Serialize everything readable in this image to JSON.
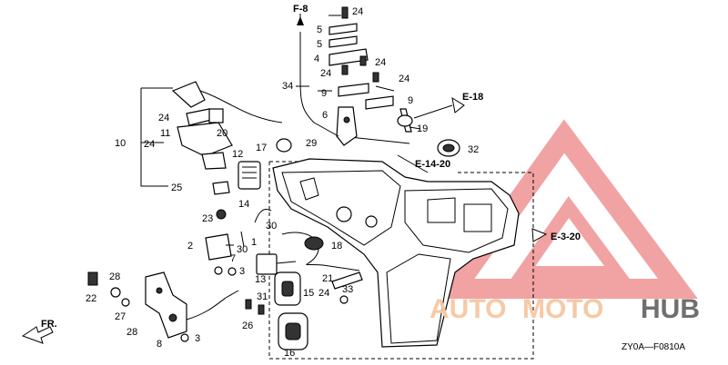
{
  "diagram": {
    "code": "ZY0A—F0810A",
    "direction_label": "FR.",
    "references": {
      "f8": "F-8",
      "e18": "E-18",
      "e1420": "E-14-20",
      "e320": "E-3-20"
    },
    "watermark": {
      "part1": "AUTO",
      "part2": "MOTO",
      "part3": "HUB",
      "accent_color": "#e8585a",
      "text_color_1": "#f6c9a6",
      "text_color_2": "#6f6f6f"
    },
    "callouts": {
      "c1": "1",
      "c2": "2",
      "c3a": "3",
      "c3b": "3",
      "c4": "4",
      "c5a": "5",
      "c5b": "5",
      "c6": "6",
      "c7": "7",
      "c8": "8",
      "c9a": "9",
      "c9b": "9",
      "c10": "10",
      "c11": "11",
      "c12": "12",
      "c13": "13",
      "c14": "14",
      "c15": "15",
      "c16": "16",
      "c17": "17",
      "c18": "18",
      "c19": "19",
      "c20": "20",
      "c21": "21",
      "c22": "22",
      "c23": "23",
      "c24a": "24",
      "c24b": "24",
      "c24c": "24",
      "c24d": "24",
      "c24e": "24",
      "c24f": "24",
      "c24g": "24",
      "c25": "25",
      "c26": "26",
      "c27": "27",
      "c28a": "28",
      "c28b": "28",
      "c29": "29",
      "c30a": "30",
      "c30b": "30",
      "c31": "31",
      "c32": "32",
      "c33": "33",
      "c34": "34"
    }
  }
}
